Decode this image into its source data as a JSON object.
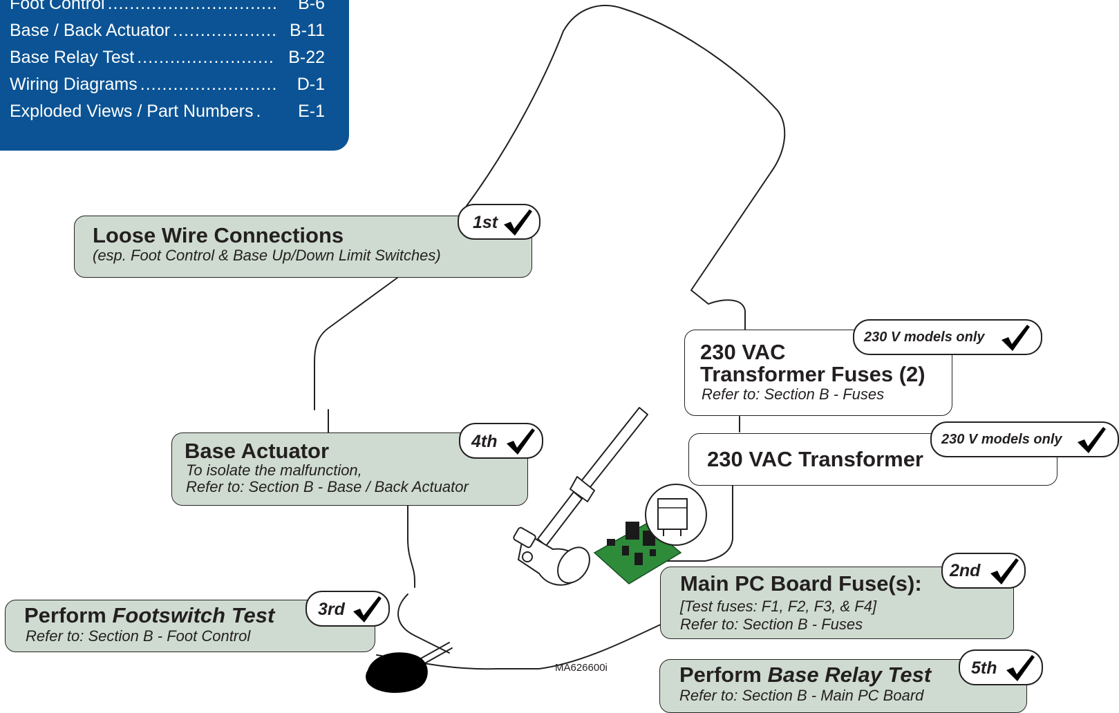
{
  "toc": [
    {
      "title": "Foot Control",
      "dots": "...............................",
      "page": "B-6"
    },
    {
      "title": "Base / Back Actuator",
      "dots": "...................",
      "page": "B-11"
    },
    {
      "title": "Base Relay Test",
      "dots": ".........................",
      "page": "B-22"
    },
    {
      "title": "Wiring Diagrams",
      "dots": ".........................",
      "page": "D-1"
    },
    {
      "title": "Exploded Views / Part Numbers",
      "dots": ".",
      "page": "E-1"
    }
  ],
  "callouts": {
    "loose_wire": {
      "step": "1st",
      "title": "Loose Wire Connections",
      "sub": "(esp. Foot Control & Base Up/Down Limit Switches)"
    },
    "main_pc": {
      "step": "2nd",
      "title": "Main PC Board Fuse(s):",
      "sub1": "[Test fuses: F1, F2, F3, & F4]",
      "sub2": "Refer to: Section B - Fuses"
    },
    "footswitch": {
      "step": "3rd",
      "title_plain": "Perform",
      "title_italic": "Footswitch Test",
      "sub": "Refer to: Section B - Foot Control"
    },
    "base_actuator": {
      "step": "4th",
      "title": "Base Actuator",
      "sub1": "To isolate the malfunction,",
      "sub2": "Refer to: Section B - Base / Back Actuator"
    },
    "relay": {
      "step": "5th",
      "title_plain": "Perform",
      "title_italic": "Base Relay Test",
      "sub": "Refer to: Section B - Main PC Board"
    },
    "fuses_230": {
      "tag": "230 V models only",
      "title1": "230 VAC",
      "title2": "Transformer Fuses (2)",
      "sub": "Refer to: Section B - Fuses"
    },
    "transformer_230": {
      "tag": "230 V models only",
      "title": "230 VAC Transformer"
    }
  },
  "figure_id": "MA626600i",
  "colors": {
    "toc_bg": "#0b5394",
    "callout_green": "#cfdbd0",
    "board_green": "#2e8b3a",
    "outline": "#231f20"
  },
  "icons": [
    "checkmark-icon"
  ]
}
